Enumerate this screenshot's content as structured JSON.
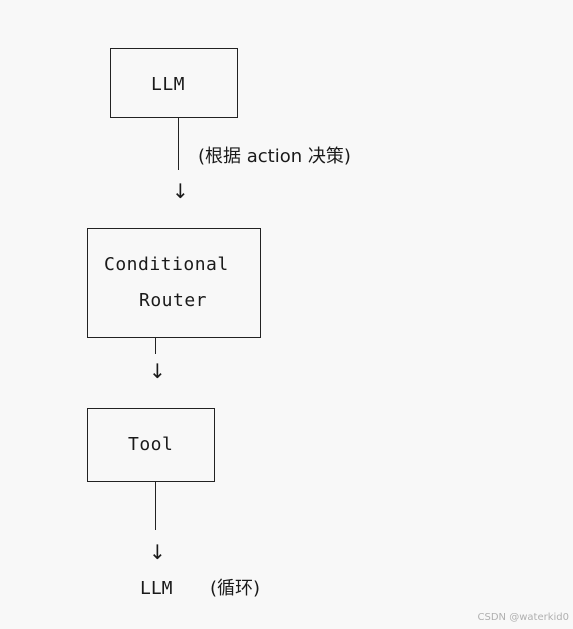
{
  "nodes": {
    "llm": "LLM",
    "router_line1": "Conditional",
    "router_line2": "Router",
    "tool": "Tool",
    "llm_end": "LLM"
  },
  "edges": {
    "llm_to_router_label": "(根据 action 决策)",
    "loop_label": "(循环)"
  },
  "watermark": "CSDN @waterkid0"
}
